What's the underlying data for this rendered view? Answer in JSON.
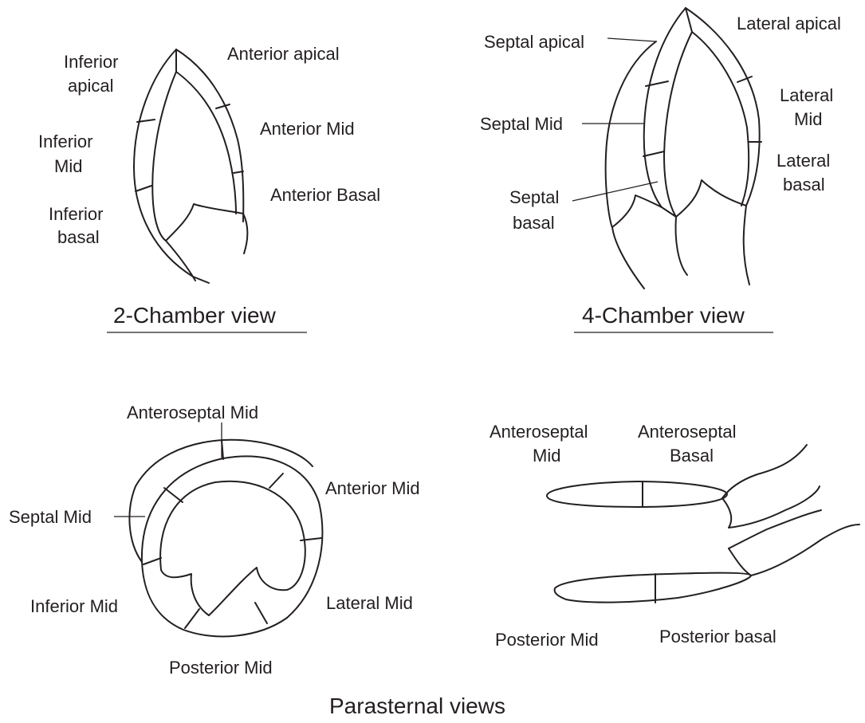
{
  "two_chamber": {
    "title": "2-Chamber view",
    "labels": {
      "inferior_apical_1": "Inferior",
      "inferior_apical_2": "apical",
      "anterior_apical": "Anterior apical",
      "inferior_mid_1": "Inferior",
      "inferior_mid_2": "Mid",
      "anterior_mid": "Anterior Mid",
      "anterior_basal": "Anterior Basal",
      "inferior_basal_1": "Inferior",
      "inferior_basal_2": "basal"
    }
  },
  "four_chamber": {
    "title": "4-Chamber view",
    "labels": {
      "septal_apical": "Septal apical",
      "lateral_apical": "Lateral apical",
      "lateral_mid_1": "Lateral",
      "lateral_mid_2": "Mid",
      "septal_mid": "Septal Mid",
      "lateral_basal_1": "Lateral",
      "lateral_basal_2": "basal",
      "septal_basal_1": "Septal",
      "septal_basal_2": "basal"
    }
  },
  "short_axis": {
    "labels": {
      "anteroseptal_mid": "Anteroseptal Mid",
      "anterior_mid": "Anterior Mid",
      "septal_mid": "Septal Mid",
      "inferior_mid": "Inferior Mid",
      "lateral_mid": "Lateral Mid",
      "posterior_mid": "Posterior Mid"
    }
  },
  "long_axis": {
    "labels": {
      "anteroseptal_mid_1": "Anteroseptal",
      "anteroseptal_mid_2": "Mid",
      "anteroseptal_basal_1": "Anteroseptal",
      "anteroseptal_basal_2": "Basal",
      "posterior_mid": "Posterior Mid",
      "posterior_basal": "Posterior basal"
    }
  },
  "footer": {
    "title": "Parasternal views"
  }
}
